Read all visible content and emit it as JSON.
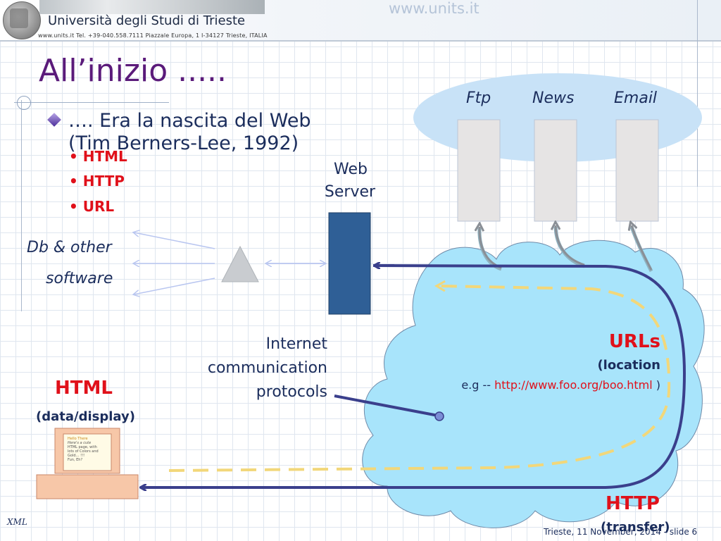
{
  "header": {
    "university_name": "Università degli Studi di Trieste",
    "address": "www.units.it  Tel. +39-040.558.7111  Piazzale Europa, 1  I-34127 Trieste, ITALIA",
    "website": "www.units.it"
  },
  "slide": {
    "title": "All’inizio .....",
    "main_bullet_line1": "…. Era la nascita del Web",
    "main_bullet_line2": "(Tim Berners-Lee, 1992)",
    "sub_bullets": [
      "• HTML",
      "• HTTP",
      "• URL"
    ]
  },
  "diagram": {
    "services": [
      "Ftp",
      "News",
      "Email"
    ],
    "web_server_line1": "Web",
    "web_server_line2": "Server",
    "db_line1": "Db & other",
    "db_line2": "software",
    "internet_line1": "Internet",
    "internet_line2": "communication",
    "internet_line3": "protocols",
    "urls_title": "URLs",
    "urls_subtitle": "(location",
    "urls_example_prefix": "e.g --",
    "urls_example_link": "http://www.foo.org/boo.html",
    "urls_example_suffix": " )",
    "html_title": "HTML",
    "html_subtitle": "(data/display)",
    "http_title": "HTTP",
    "http_subtitle": "(transfer)",
    "screen_lines": [
      "Hello There",
      "Here's a cute",
      "HTML page, with",
      "lots of Colors and",
      "Gold… !!!",
      "Fun, Eh?"
    ]
  },
  "footer": {
    "left": "XML",
    "right": "Trieste, 11 November, 2014 - slide 6"
  },
  "colors": {
    "title": "#5a1a7a",
    "navy": "#1b2d5c",
    "red": "#e0101a",
    "cloud": "#a8e4fb",
    "server": "#2f5f96",
    "ellipse": "#c8e2f7",
    "dashed": "#f2d77a",
    "arrow": "#3a3f8c"
  }
}
